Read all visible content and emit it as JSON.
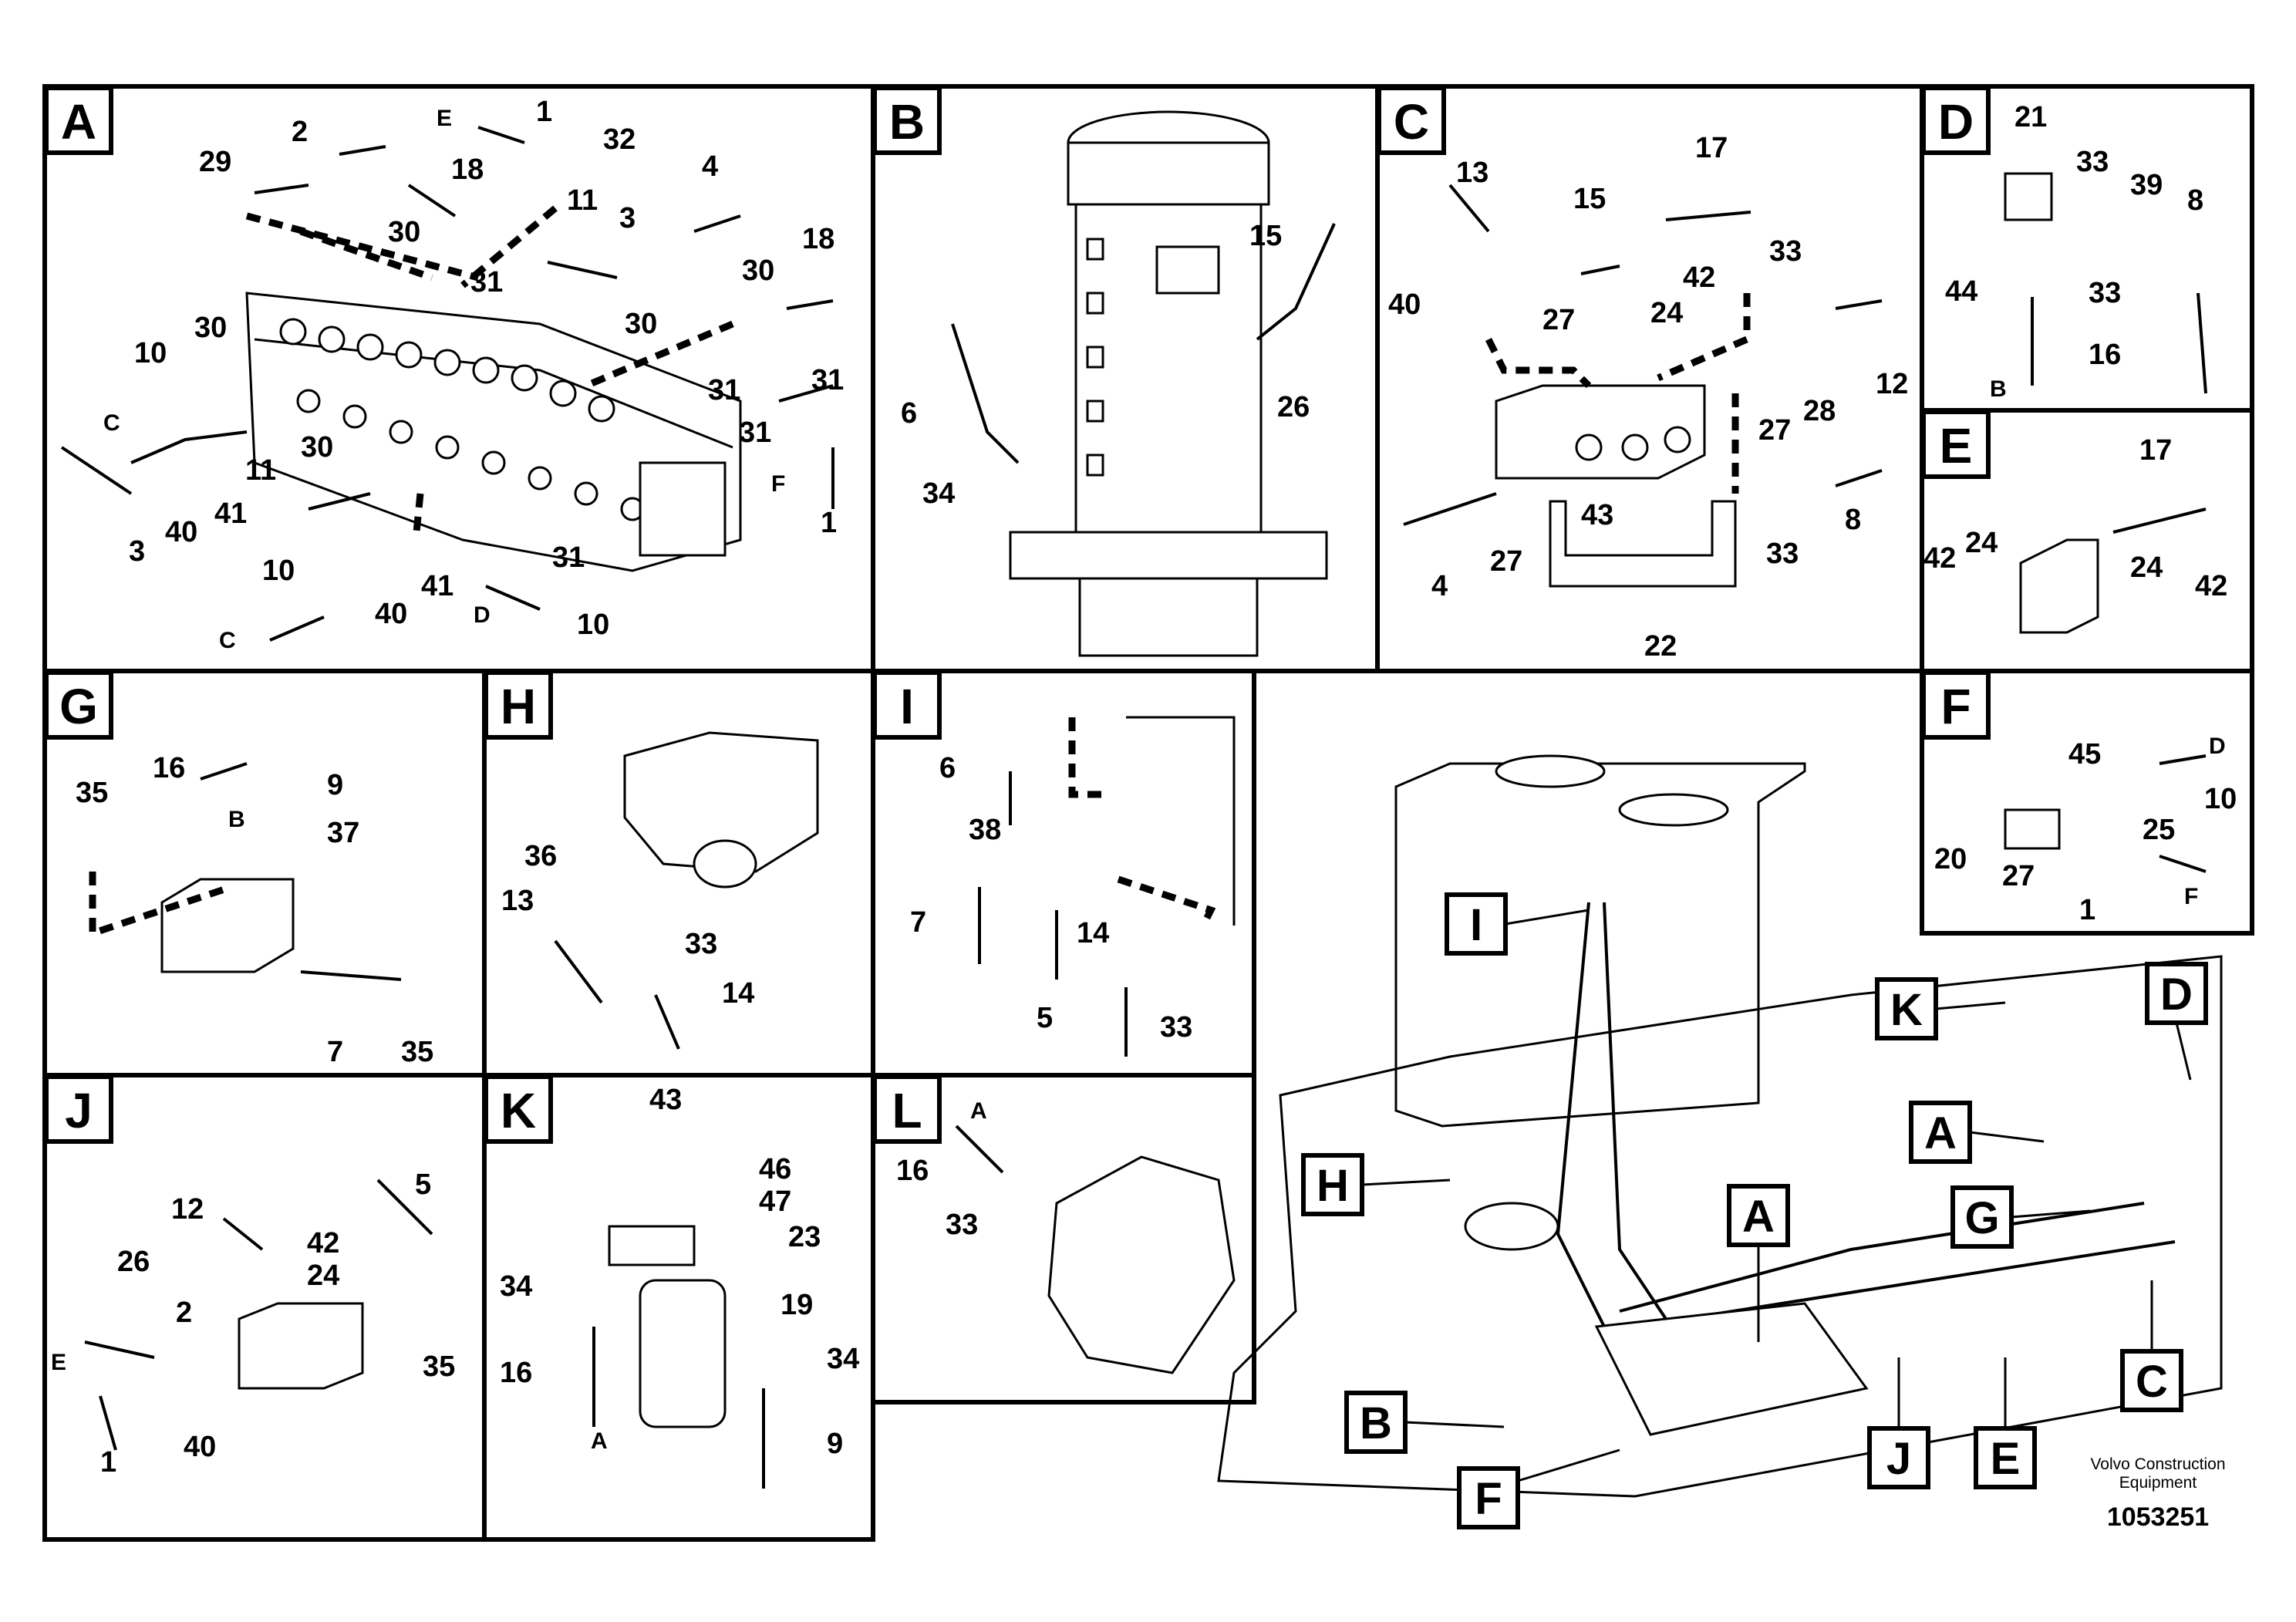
{
  "panels": [
    {
      "id": "A",
      "letter": "A"
    },
    {
      "id": "B",
      "letter": "B"
    },
    {
      "id": "C",
      "letter": "C"
    },
    {
      "id": "D",
      "letter": "D"
    },
    {
      "id": "E",
      "letter": "E"
    },
    {
      "id": "F",
      "letter": "F"
    },
    {
      "id": "G",
      "letter": "G"
    },
    {
      "id": "H",
      "letter": "H"
    },
    {
      "id": "I",
      "letter": "I"
    },
    {
      "id": "J",
      "letter": "J"
    },
    {
      "id": "K",
      "letter": "K"
    },
    {
      "id": "L",
      "letter": "L"
    }
  ],
  "labels": {
    "A": [
      "29",
      "2",
      "E",
      "1",
      "32",
      "18",
      "11",
      "30",
      "3",
      "4",
      "18",
      "31",
      "30",
      "30",
      "30",
      "10",
      "C",
      "31",
      "31",
      "30",
      "11",
      "31",
      "F",
      "3",
      "40",
      "41",
      "1",
      "10",
      "41",
      "31",
      "C",
      "40",
      "D",
      "10"
    ],
    "B": [
      "15",
      "6",
      "26",
      "34"
    ],
    "C": [
      "13",
      "15",
      "17",
      "33",
      "42",
      "40",
      "27",
      "24",
      "12",
      "28",
      "27",
      "43",
      "4",
      "27",
      "33",
      "8",
      "22"
    ],
    "D": [
      "21",
      "33",
      "39",
      "8",
      "44",
      "33",
      "16",
      "B"
    ],
    "E": [
      "17",
      "42",
      "24",
      "24",
      "42"
    ],
    "F": [
      "45",
      "D",
      "10",
      "25",
      "20",
      "27",
      "1",
      "F"
    ],
    "G": [
      "16",
      "9",
      "35",
      "B",
      "37",
      "7",
      "35"
    ],
    "H": [
      "36",
      "13",
      "33",
      "14"
    ],
    "I": [
      "6",
      "38",
      "7",
      "14",
      "5",
      "33"
    ],
    "J": [
      "5",
      "12",
      "42",
      "26",
      "24",
      "2",
      "E",
      "35",
      "1",
      "40"
    ],
    "K": [
      "43",
      "46",
      "47",
      "23",
      "34",
      "19",
      "34",
      "16",
      "A",
      "9"
    ],
    "L": [
      "A",
      "16",
      "33"
    ]
  },
  "callouts": [
    "I",
    "K",
    "D",
    "A",
    "H",
    "G",
    "A",
    "C",
    "B",
    "J",
    "E",
    "F"
  ],
  "footer": {
    "brand_line1": "Volvo Construction",
    "brand_line2": "Equipment",
    "code": "1053251"
  }
}
